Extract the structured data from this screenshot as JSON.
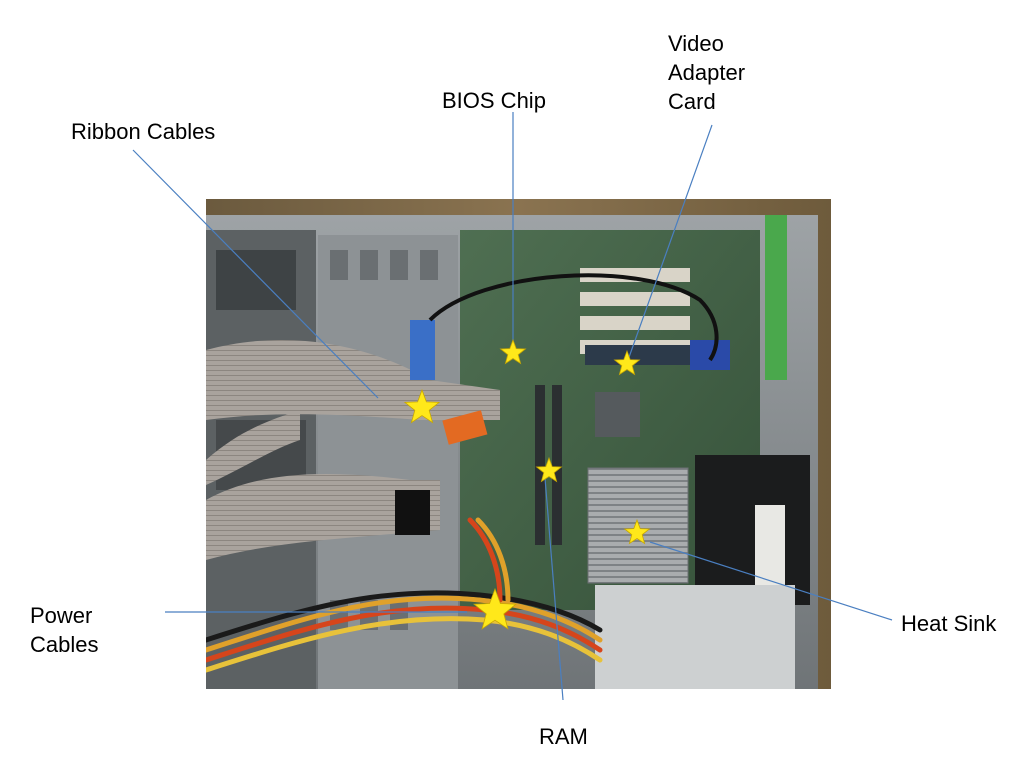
{
  "labels": {
    "ribbon_cables": "Ribbon Cables",
    "bios_chip": "BIOS Chip",
    "video_adapter_card": "Video\nAdapter\nCard",
    "power_cables": "Power\nCables",
    "heat_sink": "Heat Sink",
    "ram": "RAM"
  },
  "colors": {
    "leader_line": "#4a7fc1",
    "star_fill": "#ffe81a",
    "star_stroke": "#c9a800"
  },
  "photo": {
    "description_icon": "computer-internals-photo"
  }
}
